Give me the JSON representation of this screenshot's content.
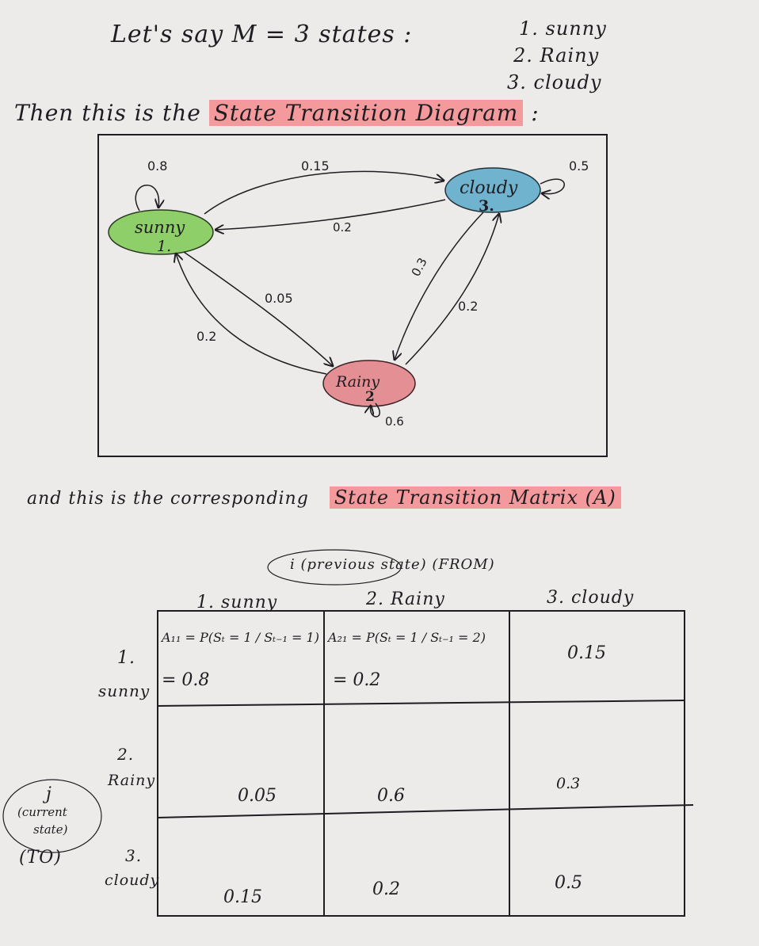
{
  "intro": {
    "line1": "Let's say M = 3 states :",
    "states": [
      "1. sunny",
      "2. Rainy",
      "3. cloudy"
    ],
    "line2_prefix": "Then this is the",
    "line2_highlight": "State Transition Diagram",
    "line2_suffix": ":"
  },
  "diagram": {
    "nodes": [
      {
        "name": "sunny",
        "label": "sunny",
        "number": "1.",
        "color": "#8fcf6a"
      },
      {
        "name": "cloudy",
        "label": "cloudy",
        "number": "3.",
        "color": "#6fb3cf"
      },
      {
        "name": "rainy",
        "label": "Rainy",
        "number": "2",
        "color": "#e48f93"
      }
    ],
    "self_loops": {
      "sunny": "0.8",
      "cloudy": "0.5",
      "rainy": "0.6"
    },
    "edges": [
      {
        "from": "sunny",
        "to": "cloudy",
        "label": "0.15"
      },
      {
        "from": "cloudy",
        "to": "sunny",
        "label": "0.2"
      },
      {
        "from": "sunny",
        "to": "rainy",
        "label": "0.05"
      },
      {
        "from": "rainy",
        "to": "sunny",
        "label": "0.2"
      },
      {
        "from": "cloudy",
        "to": "rainy",
        "label": "0.3"
      },
      {
        "from": "rainy",
        "to": "cloudy",
        "label": "0.2"
      }
    ]
  },
  "matrix_intro": {
    "prefix": "and this is the corresponding",
    "highlight": "State Transition Matrix (A)"
  },
  "matrix": {
    "i_label": "i (previous state) (FROM)",
    "columns": [
      "1. sunny",
      "2. Rainy",
      "3. cloudy"
    ],
    "j_label": {
      "symbol": "j",
      "line1": "(current",
      "line2": "state)",
      "to": "(TO)"
    },
    "rows": [
      {
        "num": "1.",
        "name": "sunny"
      },
      {
        "num": "2.",
        "name": "Rainy"
      },
      {
        "num": "3.",
        "name": "cloudy"
      }
    ],
    "formula_11": "A₁₁ = P(Sₜ = 1 / Sₜ₋₁ = 1)",
    "formula_21": "A₂₁ = P(Sₜ = 1 / Sₜ₋₁ = 2)",
    "cells": [
      [
        "= 0.8",
        "= 0.2",
        "0.15"
      ],
      [
        "0.05",
        "0.6",
        "0.3"
      ],
      [
        "0.15",
        "0.2",
        "0.5"
      ]
    ]
  }
}
